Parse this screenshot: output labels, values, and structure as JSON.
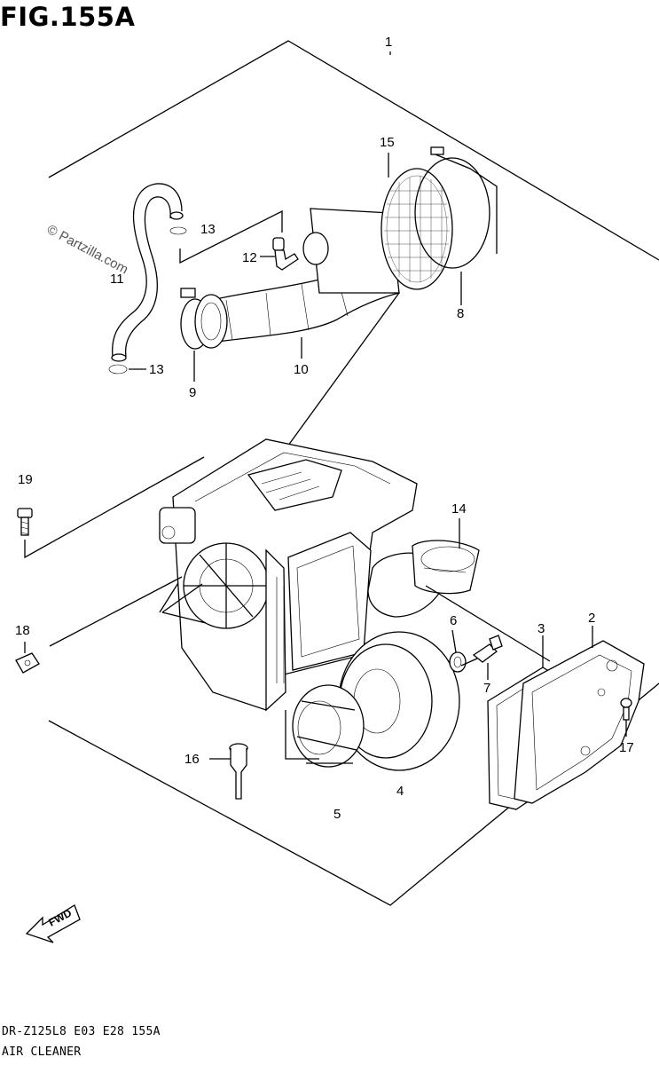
{
  "figure": {
    "title": "FIG.155A"
  },
  "watermark": "© Partzilla.com",
  "callouts": [
    {
      "id": "1",
      "label": "1"
    },
    {
      "id": "2",
      "label": "2"
    },
    {
      "id": "3",
      "label": "3"
    },
    {
      "id": "4",
      "label": "4"
    },
    {
      "id": "5",
      "label": "5"
    },
    {
      "id": "6",
      "label": "6"
    },
    {
      "id": "7",
      "label": "7"
    },
    {
      "id": "8",
      "label": "8"
    },
    {
      "id": "9",
      "label": "9"
    },
    {
      "id": "10",
      "label": "10"
    },
    {
      "id": "11",
      "label": "11"
    },
    {
      "id": "12",
      "label": "12"
    },
    {
      "id": "13a",
      "label": "13"
    },
    {
      "id": "13b",
      "label": "13"
    },
    {
      "id": "14",
      "label": "14"
    },
    {
      "id": "15",
      "label": "15"
    },
    {
      "id": "16",
      "label": "16"
    },
    {
      "id": "17",
      "label": "17"
    },
    {
      "id": "18",
      "label": "18"
    },
    {
      "id": "19",
      "label": "19"
    }
  ],
  "fwd_label": "FWD",
  "footer": {
    "code": "DR-Z125L8 E03 E28 155A",
    "name": "AIR CLEANER"
  }
}
